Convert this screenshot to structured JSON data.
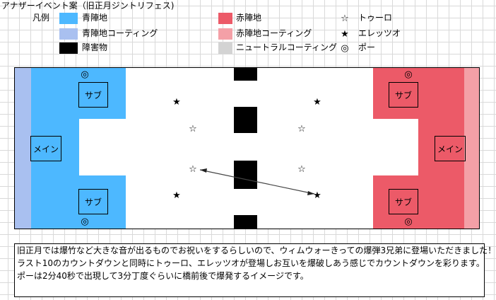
{
  "title": "アナザーイベント案（旧正月ジントリフェス)",
  "legend": {
    "heading": "凡例",
    "blue_base": "青陣地",
    "blue_coating": "青陣地コーティング",
    "obstacle": "障害物",
    "red_base": "赤陣地",
    "red_coating": "赤陣地コーティング",
    "neutral_coating": "ニュートラルコーティング",
    "tourou": "トゥーロ",
    "erettsuo": "エレッツオ",
    "po": "ポー"
  },
  "icons": {
    "tourou": "☆",
    "erettsuo": "★",
    "po": "◎"
  },
  "map": {
    "blue_sub": "サブ",
    "blue_main": "メイン",
    "red_sub": "サブ",
    "red_main": "メイン"
  },
  "notes": [
    "旧正月では爆竹など大きな音が出るものでお祝いをするらしいので、ウィムウォーきっての爆弾3兄弟に登場いただきました！",
    "ラスト10のカウントダウンと同時にトゥーロ、エレッツオが登場しお互いを爆破しあう感じでカウントダウンを彩ります。",
    "ポーは2分40秒で出現して3分丁度ぐらいに橋前後で爆発するイメージです。"
  ],
  "colors": {
    "blue": "#4db8ff",
    "blue_coating": "#a9c0f0",
    "red": "#ec5a68",
    "red_coating": "#f4a0a7",
    "neutral": "#d3d3d3",
    "obstacle": "#000000"
  }
}
